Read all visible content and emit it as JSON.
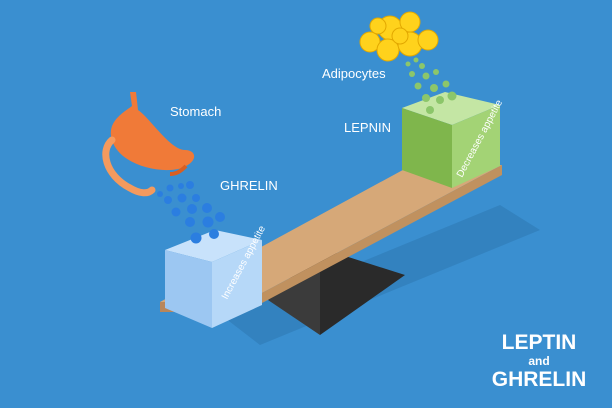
{
  "labels": {
    "stomach": "Stomach",
    "ghrelin": "GHRELIN",
    "adipocytes": "Adipocytes",
    "leptin_label": "LEPNIN",
    "ghrelin_box": "Increases appetite",
    "leptin_box": "Decreases appetite"
  },
  "title": {
    "line1": "LEPTIN",
    "line2": "and",
    "line3": "GHRELIN"
  },
  "colors": {
    "background": "#3a8fd0",
    "plank": "#d6a878",
    "ghrelin_box": "#9fcaf4",
    "leptin_box": "#9cd56b",
    "stomach": "#f07a38",
    "fat_cells": "#ffd21c",
    "bubbles_blue": "#2b7ee0",
    "bubbles_green": "#8cc66a"
  }
}
